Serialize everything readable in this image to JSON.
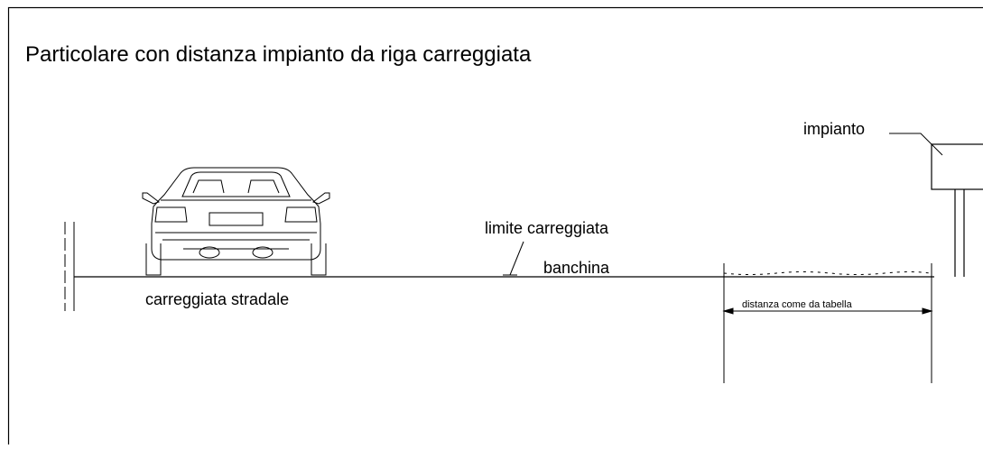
{
  "drawing": {
    "title": "Particolare con distanza impianto da riga carreggiata",
    "labels": {
      "plant": "impianto",
      "lane_limit": "limite carreggiata",
      "shoulder": "banchina",
      "roadway": "carreggiata stradale",
      "distance": "distanza come da tabella"
    }
  }
}
